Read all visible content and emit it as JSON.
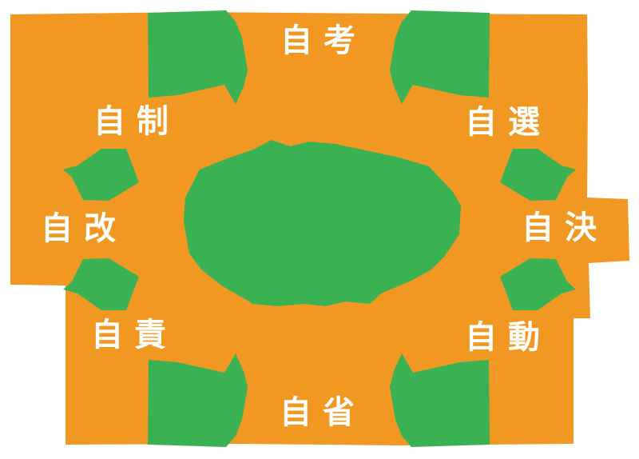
{
  "diagram": {
    "labels": {
      "top": "自考",
      "top_right": "自選",
      "right": "自決",
      "bottom_right": "自動",
      "bottom": "自省",
      "bottom_left": "自責",
      "left": "自改",
      "top_left": "自制"
    },
    "shapes": {
      "background": "orange-irregular-blob",
      "center": "green-center-blob",
      "satellites": [
        "arrow-top-left",
        "arrow-top-right",
        "arrow-right-upper",
        "arrow-right-lower",
        "arrow-bottom-right",
        "arrow-bottom-left",
        "arrow-left-upper",
        "arrow-left-lower"
      ]
    },
    "colors": {
      "background_orange": "#F09822",
      "shape_green": "#3AB254",
      "label_text": "#FFFFFF",
      "page": "#FFFFFF"
    }
  }
}
